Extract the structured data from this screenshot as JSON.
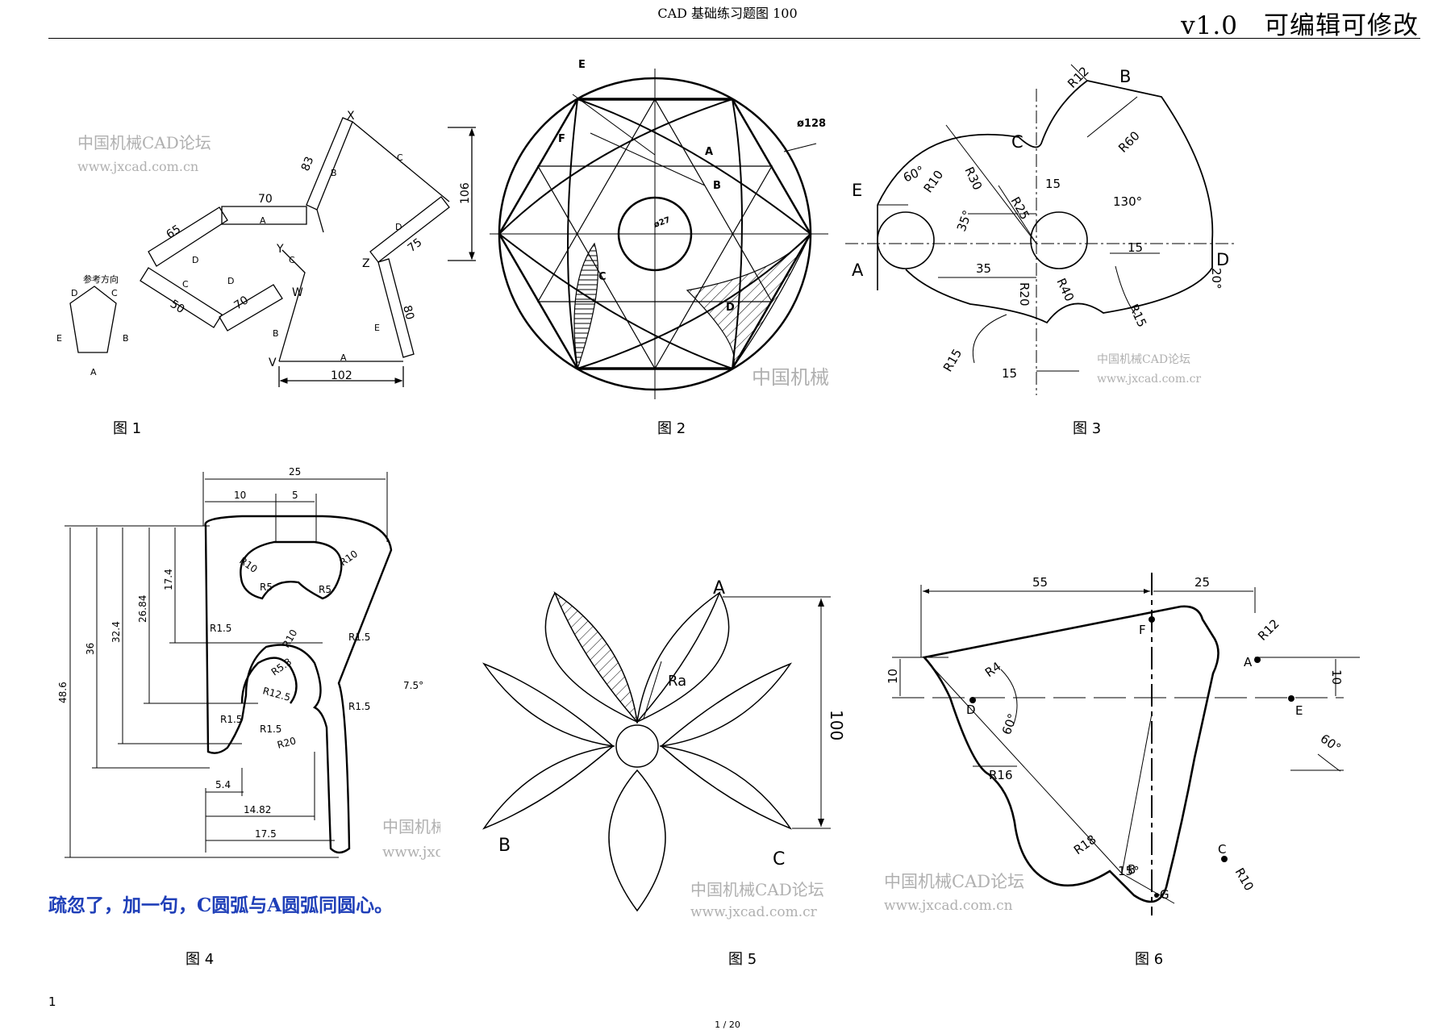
{
  "header": {
    "center_title": "CAD 基础练习题图 100",
    "right_title": "v1.0　可编辑可修改"
  },
  "watermark": {
    "forum": "中国机械CAD论坛",
    "url": "www.jxcad.com.cn",
    "forum_short": "中国机械",
    "url_short": "www.jxcad.com.cr"
  },
  "fig1": {
    "caption": "图 1",
    "ref_label": "参考方向",
    "dims": {
      "d70": "70",
      "d65": "65",
      "d50": "50",
      "d70b": "70",
      "d83": "83",
      "d106": "106",
      "d75": "75",
      "d80": "80",
      "d102": "102"
    },
    "points": {
      "X": "X",
      "Y": "Y",
      "Z": "Z",
      "W": "W",
      "V": "V"
    },
    "letters": {
      "A": "A",
      "B": "B",
      "C": "C",
      "D": "D",
      "E": "E"
    }
  },
  "fig2": {
    "caption": "图 2",
    "diameter": "ø128",
    "inner": "ø27",
    "letters": {
      "A": "A",
      "B": "B",
      "C": "C",
      "D": "D",
      "E": "E",
      "F": "F"
    }
  },
  "fig3": {
    "caption": "图 3",
    "labels": {
      "A": "A",
      "B": "B",
      "C": "C",
      "D": "D",
      "E": "E"
    },
    "dims": {
      "r12": "R12",
      "r60": "R60",
      "r10": "R10",
      "r30": "R30",
      "r25": "R25",
      "r20": "R20",
      "r40": "R40",
      "r15a": "R15",
      "r15b": "R15",
      "a60": "60°",
      "a35": "35°",
      "a130": "130°",
      "a20": "20°",
      "d15a": "15",
      "d35": "35",
      "d15b": "15",
      "d15c": "15"
    }
  },
  "fig4": {
    "caption": "图 4",
    "note": "疏忽了，加一句，C圆弧与A圆弧同圆心。",
    "dims": {
      "d25": "25",
      "d10": "10",
      "d5": "5",
      "d17_4": "17.4",
      "d26_84": "26.84",
      "d32_4": "32.4",
      "d36": "36",
      "d48_6": "48.6",
      "r10a": "R10",
      "r10b": "R10",
      "r5a": "R5",
      "r5b": "R5",
      "r1_5a": "R1.5",
      "r1_5b": "R1.5",
      "r10c": "R10",
      "r5_3": "R5.3",
      "r12_5": "R12.5",
      "a7_5": "7.5°",
      "r1_5c": "R1.5",
      "r1_5d": "R1.5",
      "r1_5e": "R1.5",
      "r20": "R20",
      "d5_4": "5.4",
      "d14_82": "14.82",
      "d17_5": "17.5"
    }
  },
  "fig5": {
    "caption": "图 5",
    "labels": {
      "A": "A",
      "B": "B",
      "C": "C",
      "Ra": "Ra"
    },
    "dim100": "100"
  },
  "fig6": {
    "caption": "图 6",
    "labels": {
      "A": "A",
      "B": "B",
      "C": "C",
      "D": "D",
      "E": "E",
      "F": "F",
      "G": "G"
    },
    "dims": {
      "d55": "55",
      "d25": "25",
      "r12": "R12",
      "r4": "R4",
      "d10a": "10",
      "d10b": "10",
      "a60a": "60°",
      "a60b": "60°",
      "r16": "R16",
      "r18": "R18",
      "a15": "15°",
      "r10": "R10"
    }
  },
  "footer": {
    "page_number": "1",
    "page_of": "1 / 20"
  }
}
